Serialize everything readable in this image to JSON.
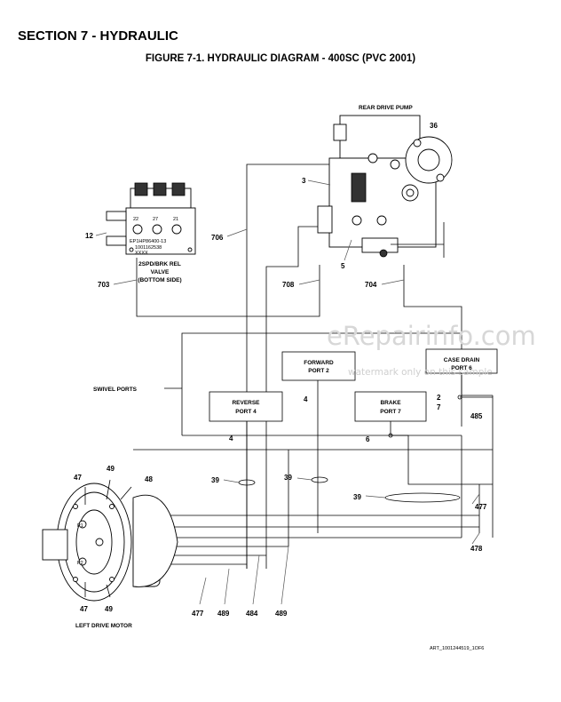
{
  "header": {
    "section_title": "SECTION 7 - HYDRAULIC",
    "figure_title": "FIGURE 7-1. HYDRAULIC DIAGRAM - 400SC (PVC 2001)"
  },
  "components": {
    "rear_drive_pump": "REAR DRIVE PUMP",
    "valve_line1": "2SPD/BRK REL",
    "valve_line2": "VALVE",
    "valve_line3": "(BOTTOM SIDE)",
    "swivel_ports": "SWIVEL PORTS",
    "left_drive_motor": "LEFT DRIVE MOTOR",
    "valve_ports": [
      "22",
      "27",
      "21"
    ],
    "valve_code1": "EP1HP86400-13",
    "valve_code2": "1001162538",
    "valve_code3": "XXXX",
    "motor_ports": [
      "P1",
      "P2"
    ]
  },
  "ports": {
    "forward_l1": "FORWARD",
    "forward_l2": "PORT 2",
    "case_drain_l1": "CASE DRAIN",
    "case_drain_l2": "PORT 6",
    "reverse_l1": "REVERSE",
    "reverse_l2": "PORT 4",
    "brake_l1": "BRAKE",
    "brake_l2": "PORT 7"
  },
  "callouts": {
    "c36": "36",
    "c3": "3",
    "c5": "5",
    "c12": "12",
    "c706": "706",
    "c708": "708",
    "c704": "704",
    "c703": "703",
    "c4a": "4",
    "c4b": "4",
    "c2": "2",
    "c7": "7",
    "c485": "485",
    "c6": "6",
    "c39a": "39",
    "c39b": "39",
    "c39c": "39",
    "c477a": "477",
    "c478": "478",
    "c47a": "47",
    "c49a": "49",
    "c48": "48",
    "c47b": "47",
    "c49b": "49",
    "c477b": "477",
    "c489a": "489",
    "c484": "484",
    "c489b": "489"
  },
  "watermark": {
    "main": "eRepairinfo.com",
    "sub": "watermark only on this sample"
  },
  "art_number": "ART_1001244519_1OF6"
}
